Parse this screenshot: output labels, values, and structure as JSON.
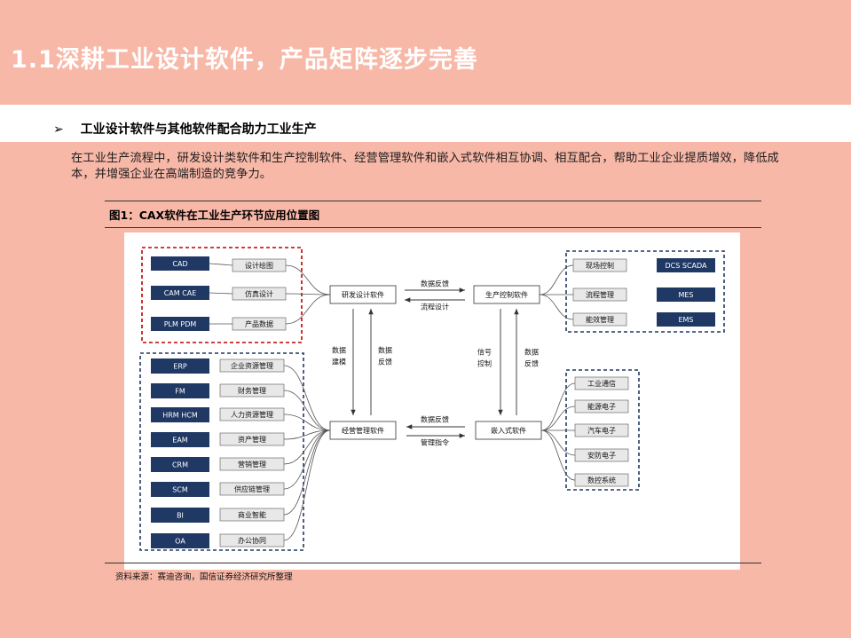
{
  "header": {
    "title": "1.1深耕工业设计软件，产品矩阵逐步完善"
  },
  "section": {
    "bullet": "➢",
    "subtitle": "工业设计软件与其他软件配合助力工业生产",
    "paragraph": "在工业生产流程中，研发设计类软件和生产控制软件、经营管理软件和嵌入式软件相互协调、相互配合，帮助工业企业提质增效，降低成本，并增强企业在高端制造的竞争力。"
  },
  "figure": {
    "title": "图1：CAX软件在工业生产环节应用位置图",
    "source": "资料来源：赛迪咨询，国信证券经济研究所整理"
  },
  "diagram": {
    "colors": {
      "box": "#1f3864",
      "dashed_red": "#c00000",
      "dashed_blue": "#1f3864",
      "label_bg": "#e8e8e8"
    },
    "cad_group": {
      "dark": [
        "CAD",
        "CAM CAE",
        "PLM PDM"
      ],
      "light": [
        "设计绘图",
        "仿真设计",
        "产品数据"
      ]
    },
    "mgmt_group": {
      "dark": [
        "ERP",
        "FM",
        "HRM HCM",
        "EAM",
        "CRM",
        "SCM",
        "BI",
        "OA"
      ],
      "light": [
        "企业资源管理",
        "财务管理",
        "人力资源管理",
        "资产管理",
        "营销管理",
        "供应链管理",
        "商业智能",
        "办公协同"
      ]
    },
    "prod_group": {
      "light": [
        "现场控制",
        "流程管理",
        "能效管理"
      ],
      "dark": [
        "DCS SCADA",
        "MES",
        "EMS"
      ]
    },
    "embed_group": {
      "light": [
        "工业通信",
        "能源电子",
        "汽车电子",
        "安防电子",
        "数控系统"
      ]
    },
    "center": {
      "rd": "研发设计软件",
      "prod": "生产控制软件",
      "mgmt": "经营管理软件",
      "embed": "嵌入式软件"
    },
    "arrows": {
      "rd_prod_top": "数据反馈",
      "rd_prod_bottom": "流程设计",
      "mgmt_embed_top": "数据反馈",
      "mgmt_embed_bottom": "管理指令",
      "left_down": [
        "数据",
        "建模"
      ],
      "left_up": [
        "数据",
        "反馈"
      ],
      "right_down": [
        "信号",
        "控制"
      ],
      "right_up": [
        "数据",
        "反馈"
      ]
    }
  }
}
